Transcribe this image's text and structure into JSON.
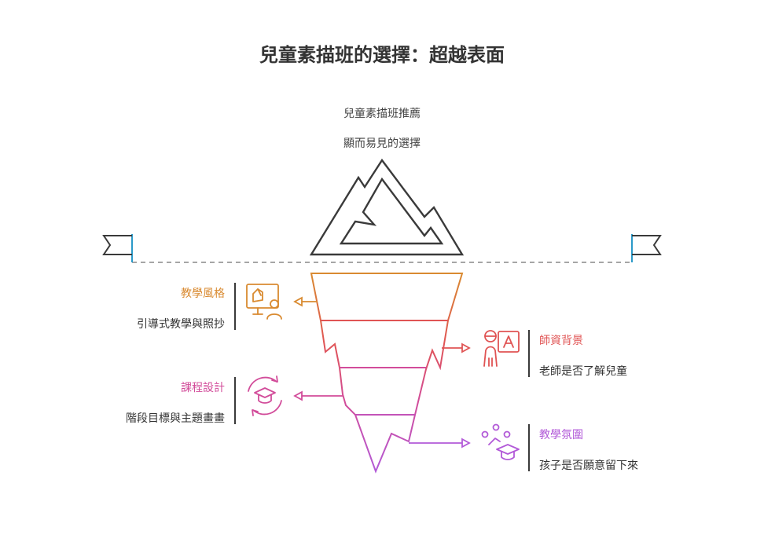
{
  "title": "兒童素描班的選擇：超越表面",
  "surface": {
    "heading": "兒童素描班推薦",
    "subheading": "顯而易見的選擇"
  },
  "factors": [
    {
      "title": "教學風格",
      "description": "引導式教學與照抄",
      "color": "#d98a30",
      "icon": "teacher-presentation-icon",
      "side": "left"
    },
    {
      "title": "師資背景",
      "description": "老師是否了解兒童",
      "color": "#e05454",
      "icon": "teacher-alphabet-icon",
      "side": "right"
    },
    {
      "title": "課程設計",
      "description": "階段目標與主題畫畫",
      "color": "#d24c9a",
      "icon": "graduation-cycle-icon",
      "side": "left"
    },
    {
      "title": "教學氛圍",
      "description": "孩子是否願意留下來",
      "color": "#b25ad8",
      "icon": "students-graduation-icon",
      "side": "right"
    }
  ]
}
